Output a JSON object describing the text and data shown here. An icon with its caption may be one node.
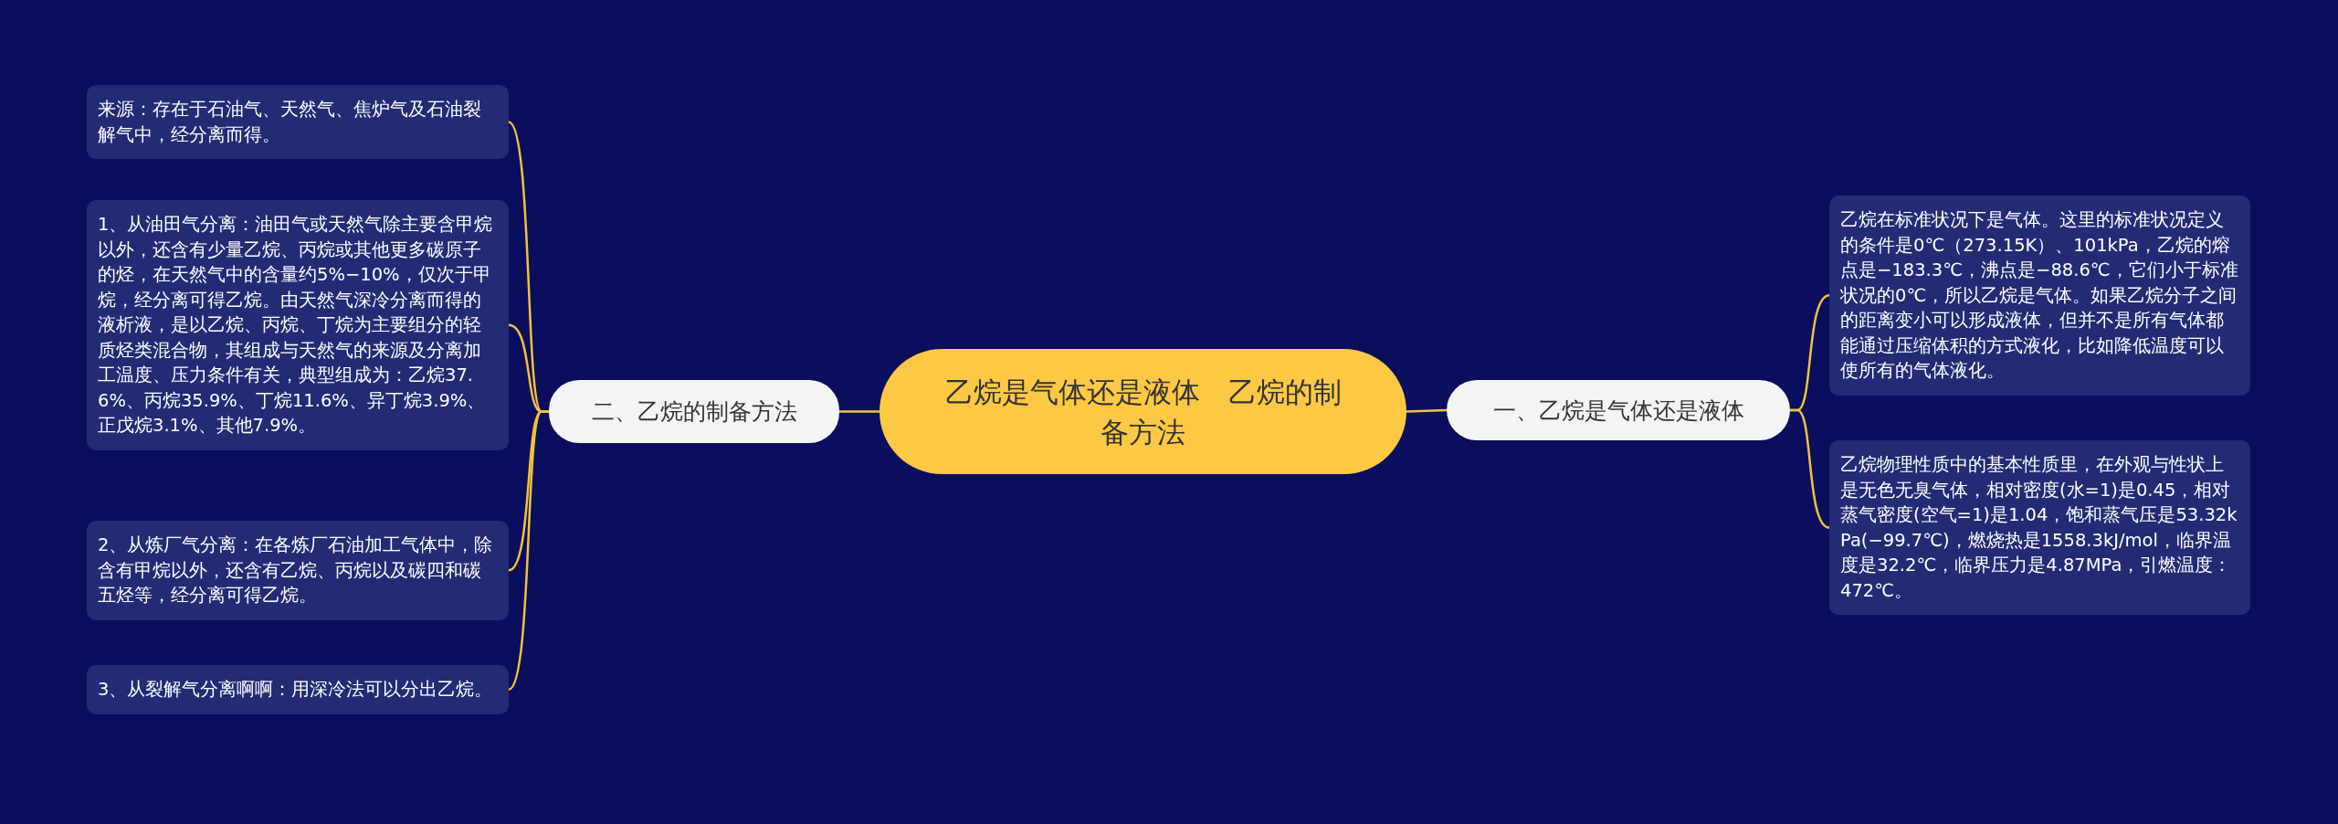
{
  "diagram": {
    "nodes": [
      {
        "text": [
          "乙烷是气体还是液体　乙烷的制备方法"
        ]
      },
      {
        "text": [
          "一、乙烷是气体还是液体"
        ]
      },
      {
        "text": [
          "乙烷在标准状况下是气体。这里的标准状况定义的条件是0℃（273.15K）、101kPa，乙烷的熔点是−183.3℃，沸点是−88.6℃，它们小于标准状况的0℃，所以乙烷是气体。如果乙烷分子之间的距离变小可以形成液体，但并不是所有气体都能通过压缩体积的方式液化，比如降低温度可以使所有的气体液化。"
        ]
      },
      {
        "text": [
          "乙烷物理性质中的基本性质里，在外观与性状上是无色无臭气体，相对密度(水=1)是0.45，相对蒸气密度(空气=1)是1.04，饱和蒸气压是53.32kPa(−99.7℃)，燃烧热是1558.3kJ/mol，临界温度是32.2℃，临界压力是4.87MPa，引燃温度：472℃。"
        ]
      },
      {
        "text": [
          "二、乙烷的制备方法"
        ]
      },
      {
        "text": [
          "来源：存在于石油气、天然气、焦炉气及石油裂解气中，经分离而得。"
        ]
      },
      {
        "text": [
          "1、从油田气分离：油田气或天然气除主要含甲烷以外，还含有少量乙烷、丙烷或其他更多碳原子的烃，在天然气中的含量约5%−10%，仅次于甲烷，经分离可得乙烷。由天然气深冷分离而得的液析液，是以乙烷、丙烷、丁烷为主要组分的轻质烃类混合物，其组成与天然气的来源及分离加工温度、压力条件有关，典型组成为：乙烷37.6%、丙烷35.9%、丁烷11.6%、异丁烷3.9%、正戊烷3.1%、其他7.9%。"
        ]
      },
      {
        "text": [
          "2、从炼厂气分离：在各炼厂石油加工气体中，除含有甲烷以外，还含有乙烷、丙烷以及碳四和碳五烃等，经分离可得乙烷。"
        ]
      },
      {
        "text": [
          "3、从裂解气分离啊啊：用深冷法可以分出乙烷。"
        ]
      }
    ],
    "edges": [
      {
        "from": 0,
        "to": 1,
        "arrow": "none"
      },
      {
        "from": 1,
        "to": 2,
        "arrow": "none"
      },
      {
        "from": 1,
        "to": 3,
        "arrow": "none"
      },
      {
        "from": 0,
        "to": 4,
        "arrow": "none"
      },
      {
        "from": 4,
        "to": 5,
        "arrow": "none"
      },
      {
        "from": 4,
        "to": 6,
        "arrow": "none"
      },
      {
        "from": 4,
        "to": 7,
        "arrow": "none"
      },
      {
        "from": 4,
        "to": 8,
        "arrow": "none"
      }
    ]
  }
}
